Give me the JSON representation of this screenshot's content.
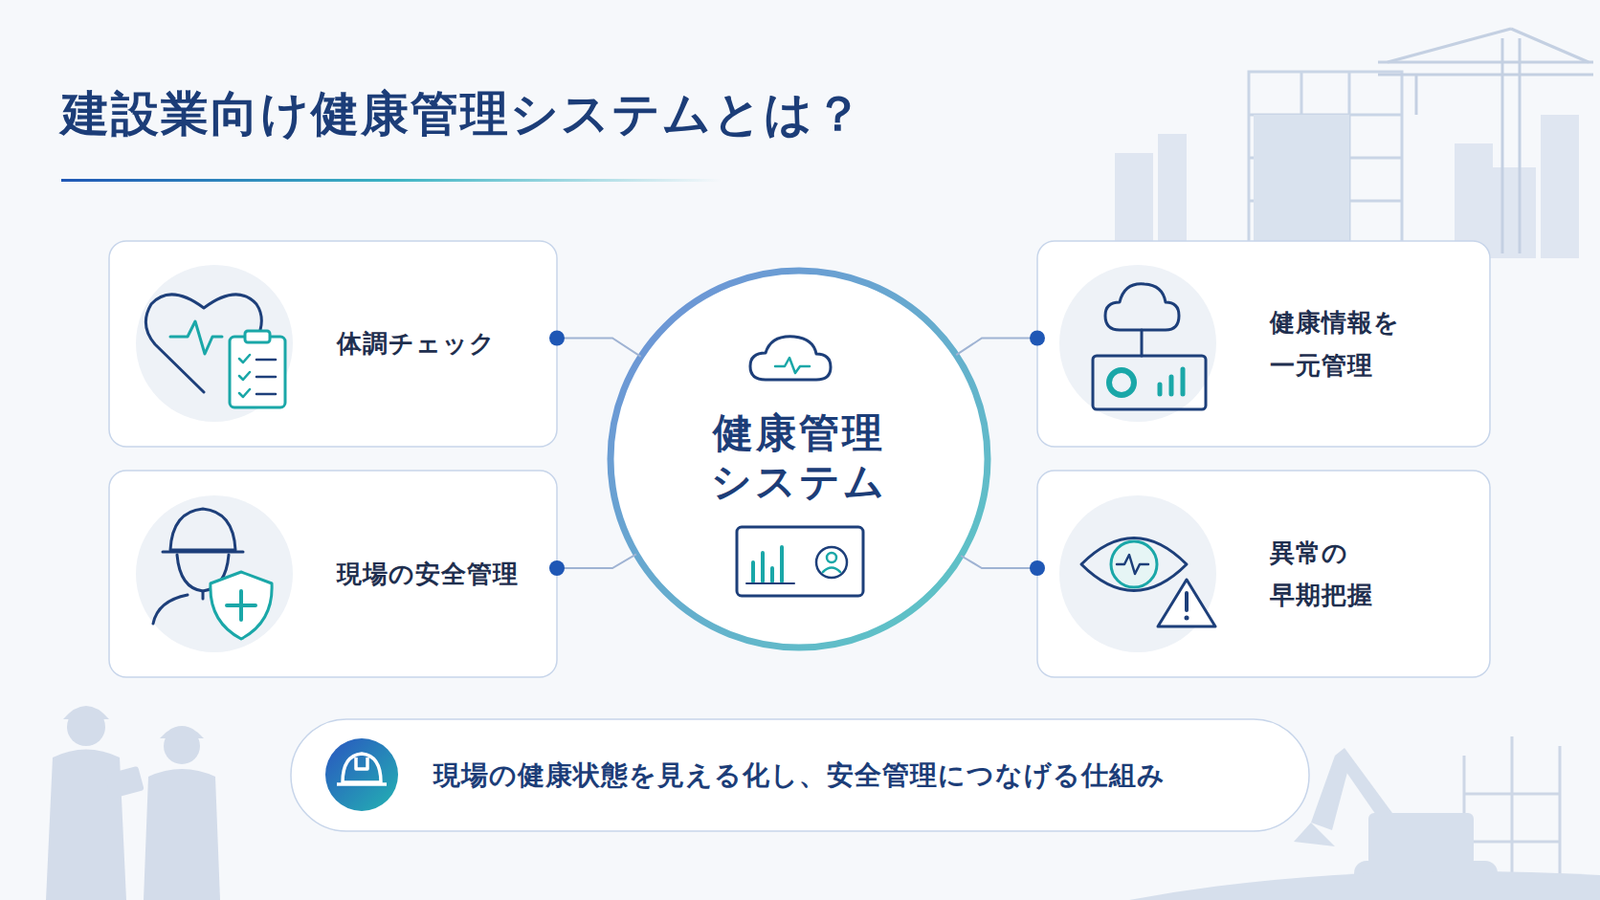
{
  "diagram": {
    "title": "建設業向け健康管理システムとは？",
    "nodes": [
      {
        "text": [
          "体調チェック"
        ]
      },
      {
        "text": [
          "健康管理 システム"
        ]
      },
      {
        "text": [
          "健康情報を 一元管理"
        ]
      },
      {
        "text": [
          "現場の安全管理"
        ]
      },
      {
        "text": [
          "異常の 早期把握"
        ]
      },
      {
        "text": [
          "現場の健康状態を見える化し、安全管理につなげる仕組み"
        ]
      }
    ],
    "edges": [
      {
        "from": 1,
        "to": 0,
        "arrow": "none"
      },
      {
        "from": 1,
        "to": 2,
        "arrow": "none"
      },
      {
        "from": 1,
        "to": 3,
        "arrow": "none"
      },
      {
        "from": 1,
        "to": 4,
        "arrow": "none"
      }
    ]
  }
}
